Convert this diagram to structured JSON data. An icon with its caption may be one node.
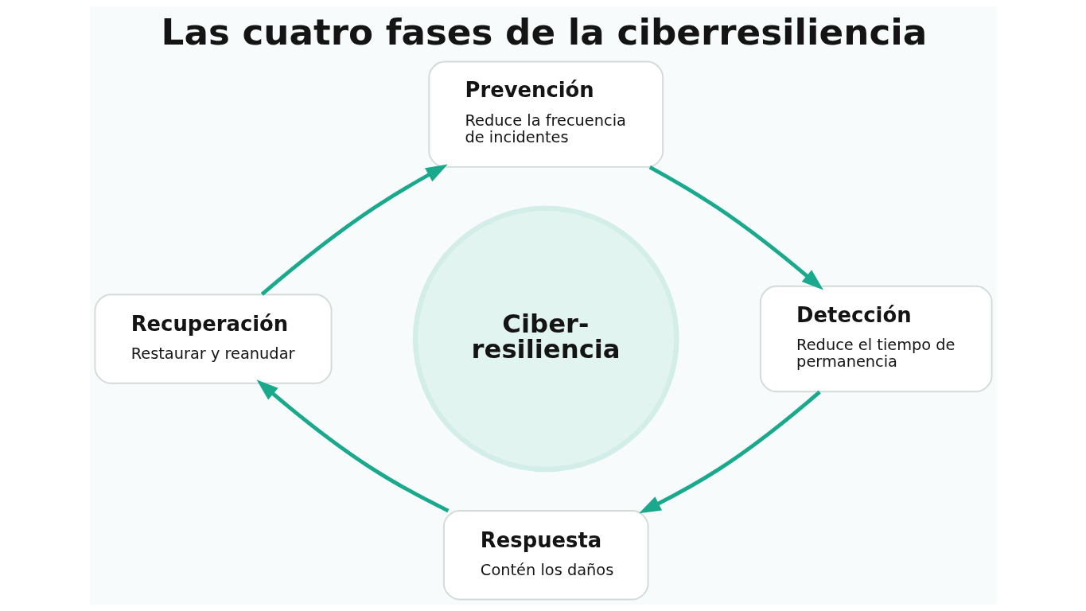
{
  "diagram": {
    "title": "Las cuatro fases de la ciberresiliencia",
    "nodes": [
      {
        "text": [
          "Prevención",
          "Reduce la frecuencia de incidentes"
        ]
      },
      {
        "text": [
          "Recuperación",
          "Restaurar y reanudar"
        ]
      },
      {
        "text": [
          "Ciber- resiliencia"
        ]
      },
      {
        "text": [
          "Detección",
          "Reduce el tiempo de permanencia"
        ]
      },
      {
        "text": [
          "Respuesta",
          "Contén los daños"
        ]
      }
    ],
    "edges": [
      {
        "from": 0,
        "to": 3,
        "arrow": "to"
      },
      {
        "from": 3,
        "to": 4,
        "arrow": "to"
      },
      {
        "from": 4,
        "to": 1,
        "arrow": "to"
      },
      {
        "from": 1,
        "to": 0,
        "arrow": "to"
      }
    ]
  }
}
